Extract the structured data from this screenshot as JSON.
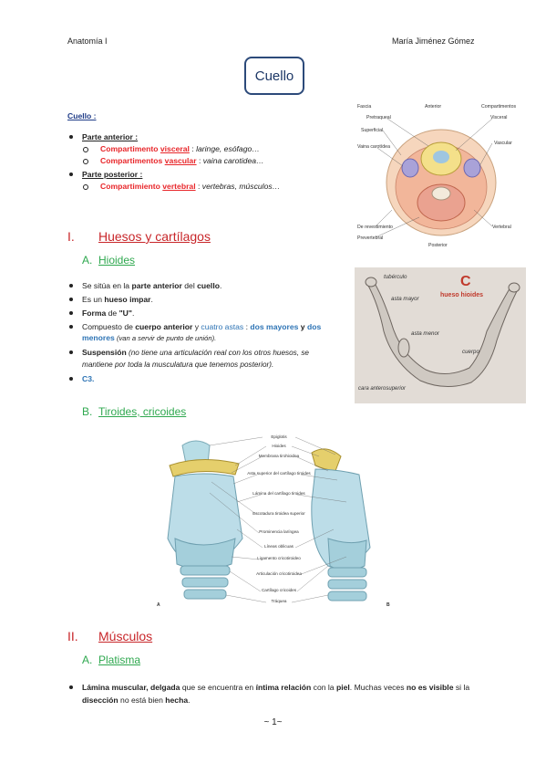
{
  "header": {
    "left": "Anatomía I",
    "right": "María Jiménez Gómez"
  },
  "title": "Cuello",
  "intro": {
    "heading": "Cuello :",
    "items": [
      {
        "label": "Parte anterior :",
        "sub": [
          {
            "pre": "Compartimento ",
            "key": "visceral",
            "post": " : ",
            "desc": "laringe, esófago…"
          },
          {
            "pre": "Compartimentos ",
            "key": "vascular",
            "post": " : ",
            "desc": "vaina carotidea…"
          }
        ]
      },
      {
        "label": "Parte posterior :",
        "sub": [
          {
            "pre": "Compartimiento ",
            "key": "vertebral",
            "post": " : ",
            "desc": "vertebras, músculos…"
          }
        ]
      }
    ]
  },
  "neck_figure": {
    "labels": [
      "Fascia",
      "Anterior",
      "Compartimentos",
      "Pretraqueal",
      "Visceral",
      "Superficial",
      "Vaina carotídea",
      "Vascular",
      "De revestimiento",
      "Prevertebral",
      "Posterior",
      "Vertebral"
    ]
  },
  "section1": {
    "num": "I.",
    "title": "Huesos y cartílagos",
    "subA": {
      "letter": "A.",
      "title": "Hioides"
    },
    "bullets": {
      "b1": {
        "t1": "Se sitúa en la ",
        "t2": "parte anterior",
        "t3": " del ",
        "t4": "cuello",
        "t5": "."
      },
      "b2": {
        "t1": "Es un ",
        "t2": "hueso impar",
        "t3": "."
      },
      "b3": {
        "t1": "Forma",
        "t2": " de ",
        "t3": "\"U\"",
        "t4": "."
      },
      "b4": {
        "t1": "Compuesto de ",
        "t2": "cuerpo anterior",
        "t3": " y ",
        "t4": "cuatro astas",
        "t5": " : ",
        "t6": "dos mayores",
        "t7": " y ",
        "t8": "dos menores",
        "t9": " (van a servir de punto de unión)."
      },
      "b5": {
        "t1": "Suspensión",
        "t2": " (no tiene una articulación real con los otros huesos, se mantiene por toda la musculatura que tenemos posterior)."
      },
      "b6": {
        "t1": "C3."
      }
    },
    "subB": {
      "letter": "B.",
      "title": "Tiroides, cricoides"
    }
  },
  "hyoid_figure": {
    "labels": [
      "tubérculo",
      "asta mayor",
      "asta menor",
      "cuerpo",
      "cara anterosuperior",
      "C",
      "hueso hioides"
    ]
  },
  "larynx_figure": {
    "labels": [
      "Epiglotis",
      "Hioides",
      "Membrana tirohioidea",
      "Asta superior del cartílago tiroides",
      "Lámina del cartílago tiroides",
      "Escotadura tiroidea superior",
      "Prominencia laríngea",
      "Líneas oblicuas",
      "Ligamento cricotiroideo",
      "Articulación cricotiroidea",
      "Cartílago cricoides",
      "Tráquea"
    ],
    "letterA": "A",
    "letterB": "B"
  },
  "section2": {
    "num": "II.",
    "title": "Músculos",
    "subA": {
      "letter": "A.",
      "title": "Platisma"
    },
    "bullet": {
      "t1": "Lámina muscular, delgada",
      "t2": " que se encuentra en ",
      "t3": "íntima relación",
      "t4": " con la ",
      "t5": "piel",
      "t6": ". Muchas veces ",
      "t7": "no es visible",
      "t8": " si la ",
      "t9": "disección",
      "t10": " no está bien ",
      "t11": "hecha",
      "t12": "."
    }
  },
  "footer": {
    "page": "~ 1~"
  },
  "colors": {
    "red": "#e8262a",
    "blue": "#2e74b5",
    "green": "#2fa84f",
    "navy": "#1f3c88"
  }
}
